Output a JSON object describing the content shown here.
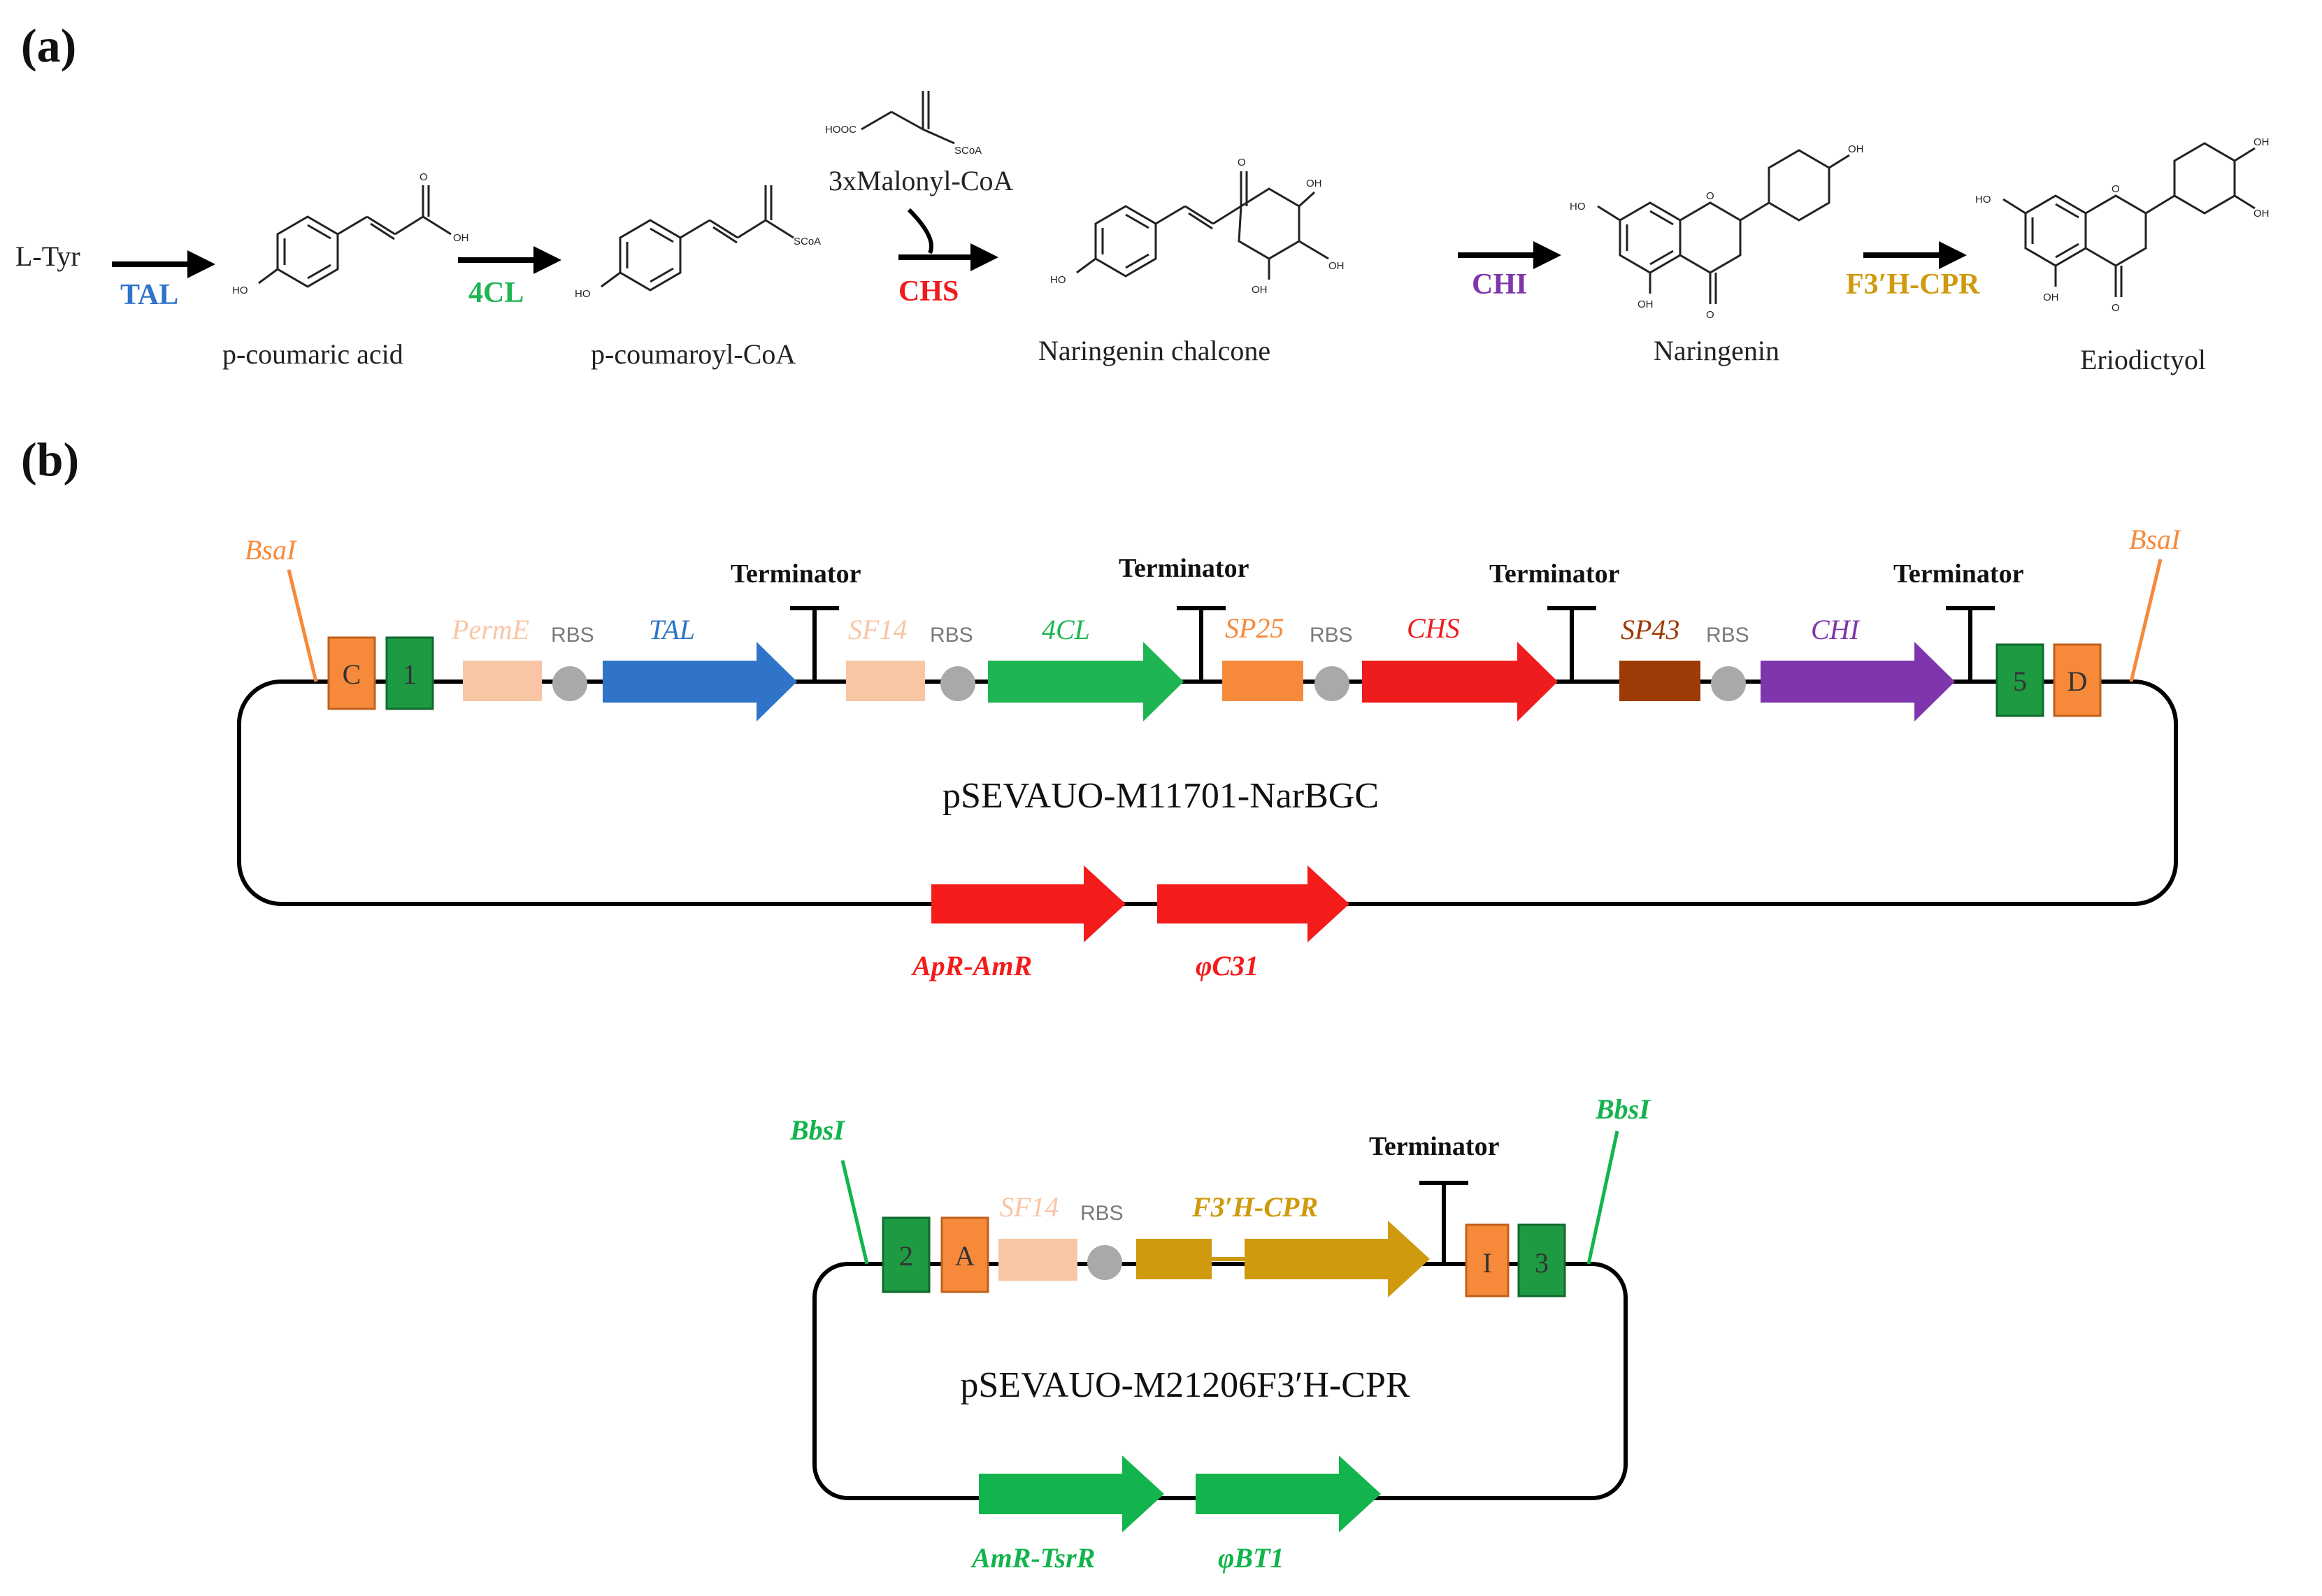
{
  "panels": {
    "a": "(a)",
    "b": "(b)"
  },
  "colors": {
    "tal": "#2f74c8",
    "cl4": "#1fb552",
    "chs": "#ee1c1c",
    "chi": "#7f35ab",
    "f3h": "#cf9a0e",
    "orange": "#f68a3a",
    "peach": "#f9c6a5",
    "brown": "#9c3b06",
    "green_box": "#1e9a43",
    "rbs_dot": "#a9a9a9",
    "red_part": "#f41b1b",
    "green_part": "#13b44d"
  },
  "pathway": {
    "start": "L-Tyr",
    "compounds": {
      "coumaric": "p-coumaric acid",
      "coumaroyl": "p-coumaroyl-CoA",
      "malonyl": "3xMalonyl-CoA",
      "chalcone": "Naringenin chalcone",
      "naringenin": "Naringenin",
      "eriodictyol": "Eriodictyol"
    },
    "enzymes": {
      "tal": "TAL",
      "cl4": "4CL",
      "chs": "CHS",
      "chi": "CHI",
      "f3h": "F3′H-CPR"
    },
    "atoms": {
      "oh": "OH",
      "ho": "HO",
      "o": "O",
      "scoa": "SCoA",
      "hooc": "HOOC"
    }
  },
  "plasmid1": {
    "name": "pSEVAUO-M11701-NarBGC",
    "enzyme_site": "BsaI",
    "boxes": [
      "C",
      "1",
      "5",
      "D"
    ],
    "promoters": [
      "PermE",
      "SF14",
      "SP25",
      "SP43"
    ],
    "rbs": "RBS",
    "genes": [
      "TAL",
      "4CL",
      "CHS",
      "CHI"
    ],
    "terminator": "Terminator",
    "backbone": [
      "ApR-AmR",
      "φC31"
    ]
  },
  "plasmid2": {
    "name": "pSEVAUO-M21206F3′H-CPR",
    "enzyme_site": "BbsI",
    "boxes": [
      "2",
      "A",
      "I",
      "3"
    ],
    "promoter": "SF14",
    "rbs": "RBS",
    "gene": "F3′H-CPR",
    "terminator": "Terminator",
    "backbone": [
      "AmR-TsrR",
      "φBT1"
    ]
  }
}
